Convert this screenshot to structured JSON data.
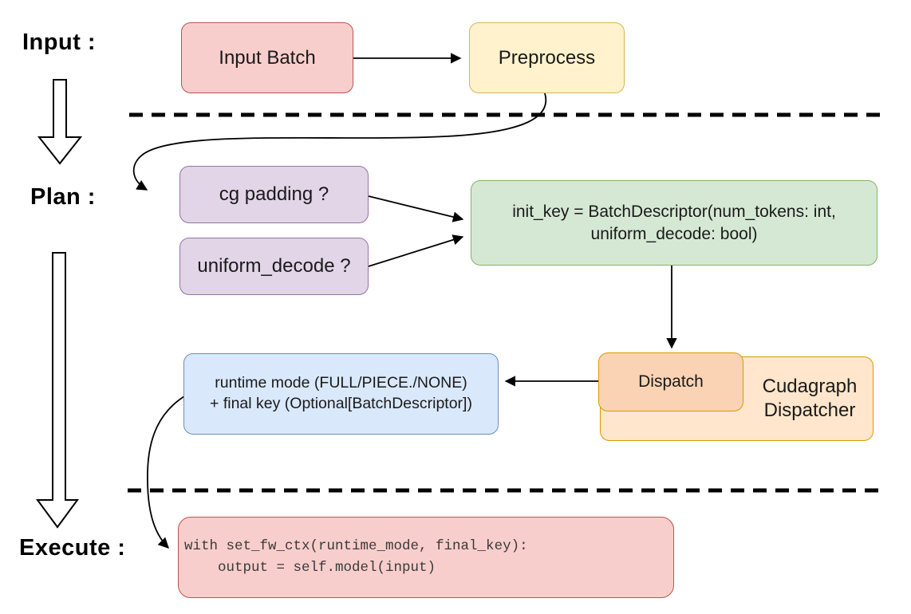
{
  "diagram": {
    "title_hint": "cudagraph dispatch flow",
    "stages": {
      "input_label": "Input :",
      "plan_label": "Plan :",
      "execute_label": "Execute :"
    },
    "palette": {
      "red_fill": "#F8CECC",
      "red_stroke": "#B85450",
      "yellow_fill": "#FFF2CC",
      "yellow_stroke": "#D6B656",
      "purple_fill": "#E1D5E7",
      "purple_stroke": "#9673A6",
      "green_fill": "#D5E8D4",
      "green_stroke": "#82B366",
      "blue_fill": "#DAE8FC",
      "blue_stroke": "#6C8EBF",
      "orange_fill": "#FFE6CC",
      "orange_inner_fill": "#F9D3B4",
      "orange_stroke": "#D79B00",
      "connector": "#000000"
    },
    "nodes": {
      "input_batch": {
        "label": "Input Batch"
      },
      "preprocess": {
        "label": "Preprocess"
      },
      "cg_padding": {
        "label": "cg padding ?"
      },
      "uniform_decode": {
        "label": "uniform_decode ?"
      },
      "init_key": {
        "line1": "init_key = BatchDescriptor(num_tokens: int,",
        "line2": "uniform_decode: bool)"
      },
      "dispatch": {
        "label": "Dispatch"
      },
      "cudagraph_dispatcher": {
        "line1": "Cudagraph",
        "line2": "Dispatcher"
      },
      "runtime_result": {
        "line1": "runtime mode (FULL/PIECE./NONE)",
        "line2": "+ final key (Optional[BatchDescriptor])"
      },
      "execute_code": {
        "line1": "with set_fw_ctx(runtime_mode, final_key):",
        "line2": "    output = self.model(input)"
      }
    }
  }
}
